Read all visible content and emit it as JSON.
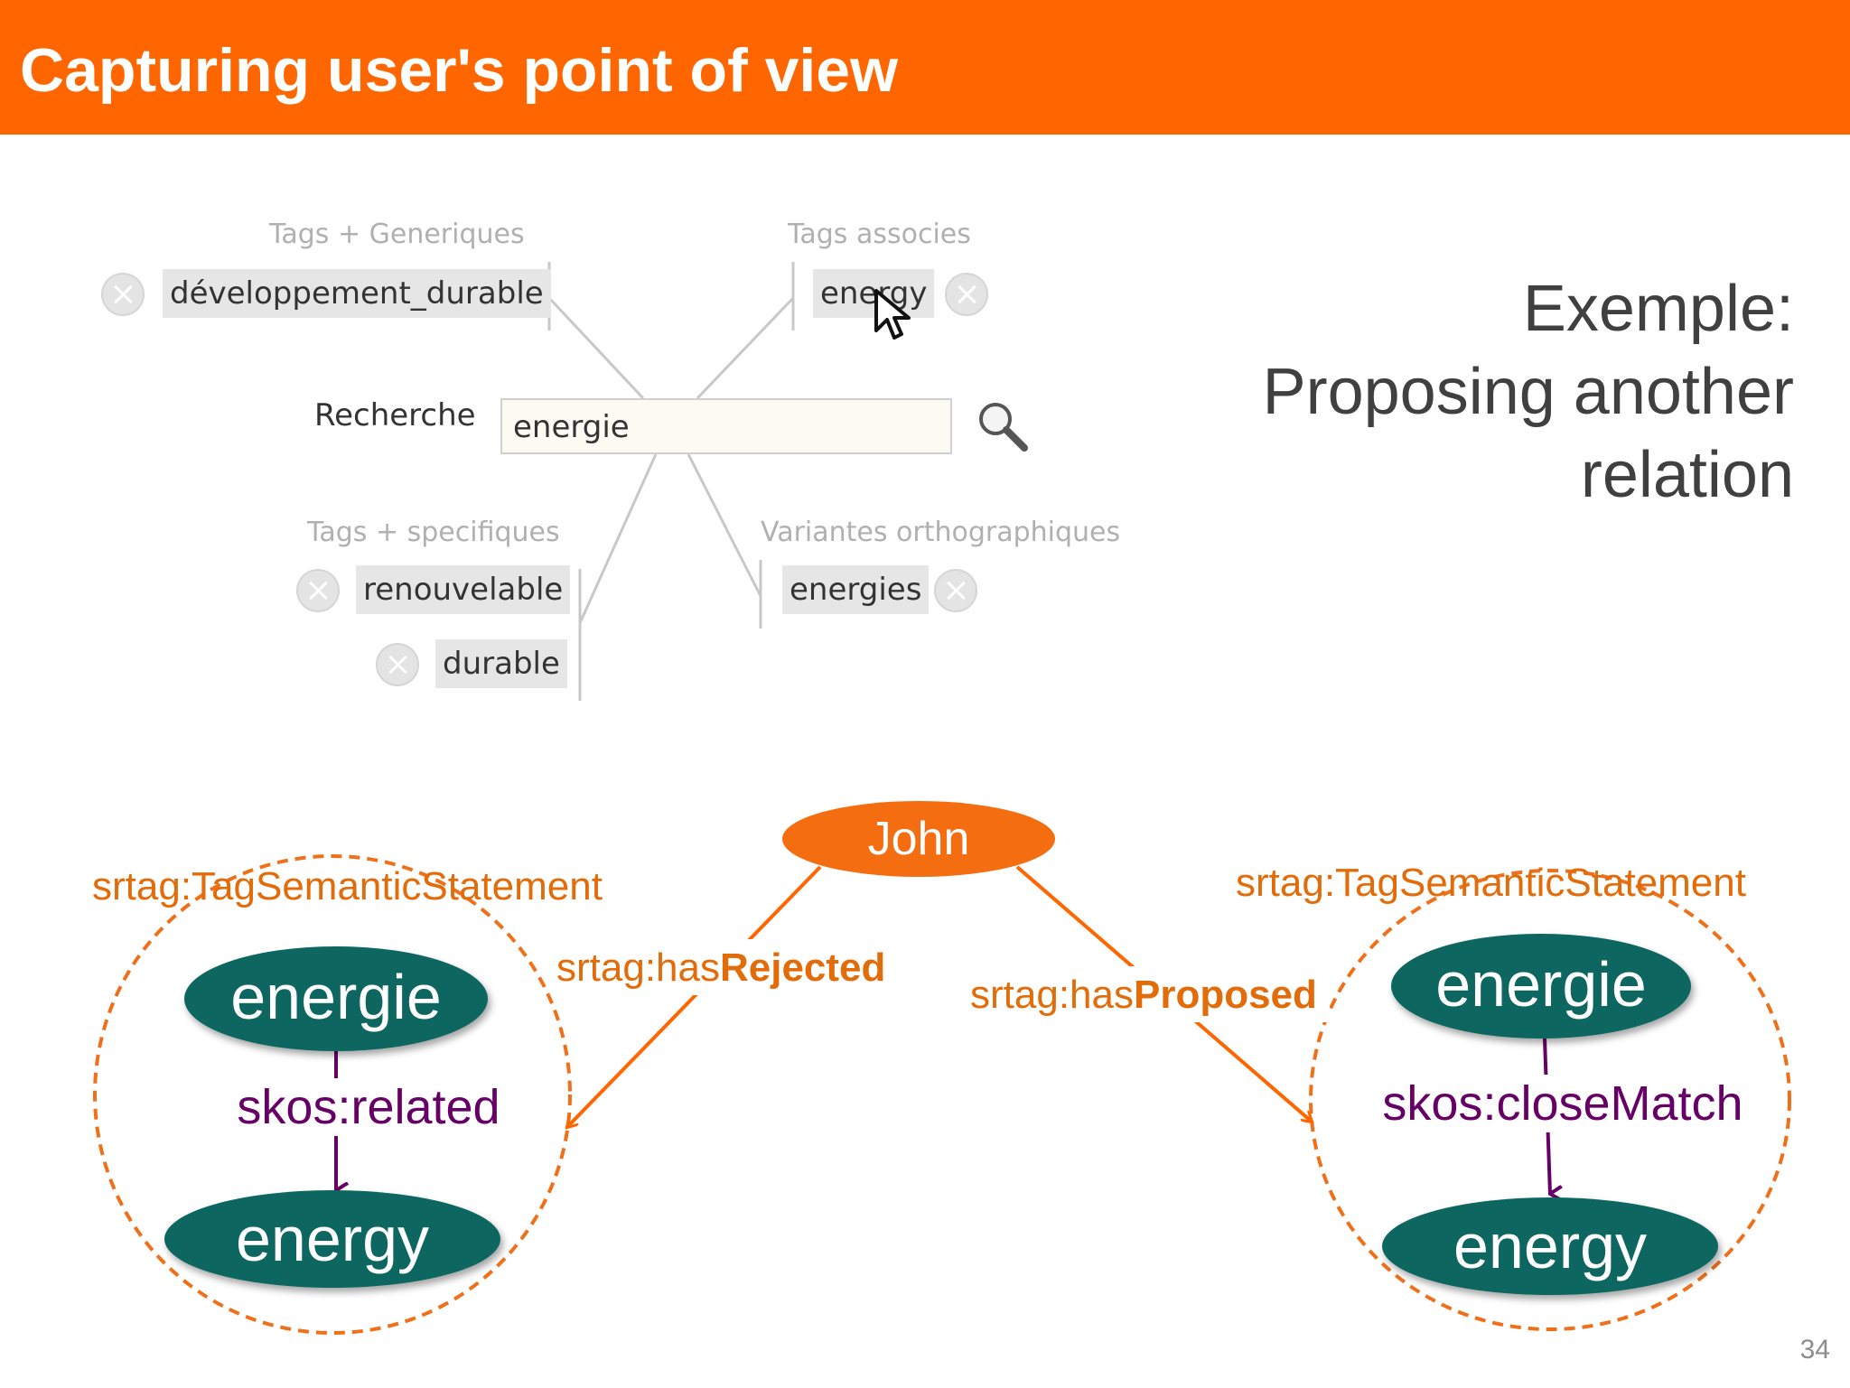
{
  "header": {
    "title": "Capturing user's point of view"
  },
  "widget": {
    "generic_label": "Tags + Generiques",
    "generic_tag": "développement_durable",
    "associated_label": "Tags associes",
    "associated_tag": "energy",
    "search_label": "Recherche",
    "search_value": "energie",
    "specific_label": "Tags + specifiques",
    "specific_tags": [
      "renouvelable",
      "durable"
    ],
    "variants_label": "Variantes orthographiques",
    "variant_tag": "energies"
  },
  "example": {
    "lines": [
      "Exemple:",
      "Proposing another",
      "relation"
    ]
  },
  "diagram": {
    "user": "John",
    "left_statement": "srtag:TagSemanticStatement",
    "right_statement": "srtag:TagSemanticStatement",
    "rejected_prefix": "srtag:has",
    "rejected_bold": "Rejected",
    "proposed_prefix": "srtag:has",
    "proposed_bold": "Proposed",
    "left_top_node": "energie",
    "left_relation": "skos:related",
    "left_bottom_node": "energy",
    "right_top_node": "energie",
    "right_relation": "skos:closeMatch",
    "right_bottom_node": "energy"
  },
  "colors": {
    "accent": "#ff6600",
    "node": "#0a665f",
    "relation": "#660066",
    "statement": "#e36c0a"
  },
  "page_number": "34"
}
